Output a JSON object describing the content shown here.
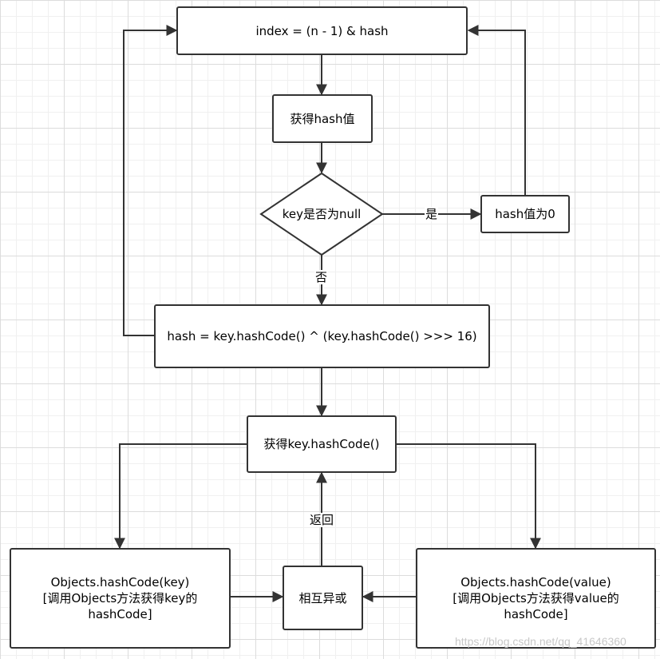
{
  "nodes": {
    "index": "index = (n - 1) & hash",
    "get_hash": "获得hash值",
    "key_null": "key是否为null",
    "hash_zero": "hash值为0",
    "hash_calc": "hash = key.hashCode() ^ (key.hashCode() >>> 16)",
    "get_key_hashcode": "获得key.hashCode()",
    "xor": "相互异或",
    "key_box": {
      "line1": "Objects.hashCode(key)",
      "line2": "[调用Objects方法获得key的",
      "line3": "hashCode]"
    },
    "value_box": {
      "line1": "Objects.hashCode(value)",
      "line2": "[调用Objects方法获得value的",
      "line3": "hashCode]"
    }
  },
  "edge_labels": {
    "yes": "是",
    "no": "否",
    "return": "返回"
  },
  "watermark": "https://blog.csdn.net/qq_41646360"
}
